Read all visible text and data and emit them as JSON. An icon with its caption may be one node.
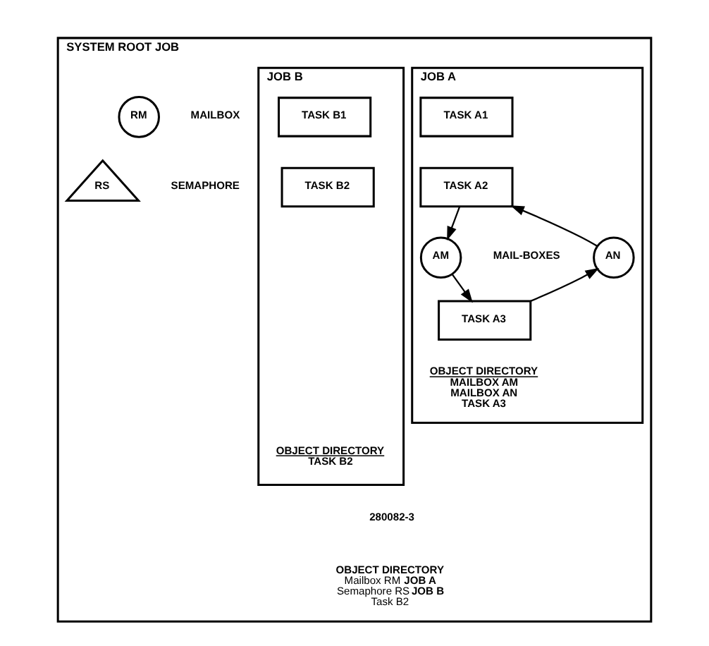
{
  "diagram": {
    "nodes": [
      {
        "text": [
          "SYSTEM ROOT JOB",
          "OBJECT DIRECTORY",
          "Mailbox RM **JOB A**",
          "Semaphore RS **JOB B**",
          "Task B2"
        ]
      },
      {
        "text": [
          "JOB A",
          "OBJECT DIRECTORY",
          "MAILBOX AM",
          "MAILBOX AN",
          "TASK A3"
        ],
        "in": 0
      },
      {
        "text": [
          "TASK A1"
        ],
        "in": 1
      },
      {
        "text": [
          "TASK A2"
        ],
        "in": 1
      },
      {
        "text": [
          "AM"
        ],
        "in": 1
      },
      {
        "text": [
          "AN"
        ],
        "in": 1
      },
      {
        "text": [
          "TASK A3"
        ],
        "in": 1
      },
      {
        "text": [
          "RM"
        ],
        "in": 0,
        "beside": [
          "MAILBOX"
        ]
      },
      {
        "text": [
          "RS"
        ],
        "in": 0,
        "beside": [
          "SEMAPHORE"
        ]
      },
      {
        "text": [
          "JOB B",
          "OBJECT DIRECTORY",
          "TASK B2"
        ],
        "in": 0
      },
      {
        "text": [
          "TASK B1"
        ],
        "in": 9
      },
      {
        "text": [
          "TASK B2"
        ],
        "in": 9
      }
    ],
    "edges": [
      {
        "from": 3,
        "to": 4,
        "arrow": "to"
      },
      {
        "from": 4,
        "to": 6,
        "arrow": "to"
      },
      {
        "from": 6,
        "to": 5,
        "arrow": "to"
      },
      {
        "from": 5,
        "to": 3,
        "arrow": "to"
      }
    ],
    "labels": [
      "MAIL-BOXES",
      "280082-3"
    ]
  }
}
